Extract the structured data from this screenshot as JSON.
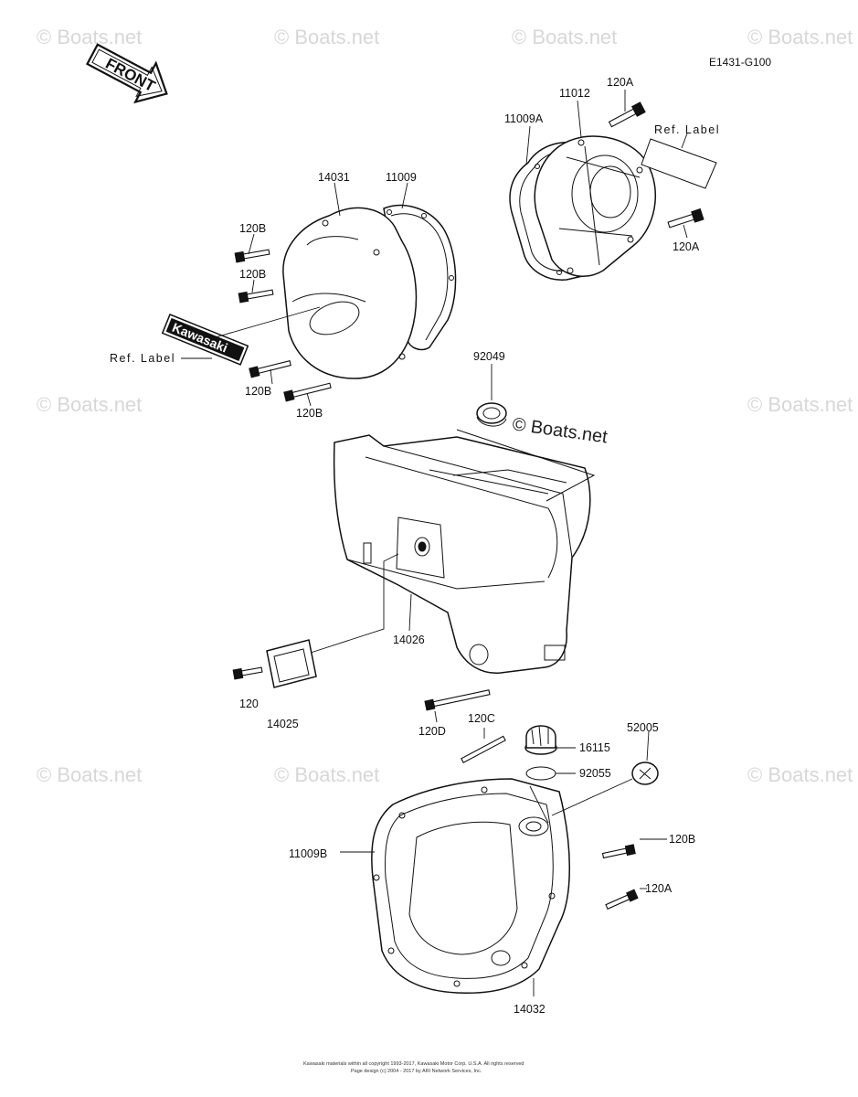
{
  "diagram_code": "E1431-G100",
  "front_arrow_label": "FRONT",
  "badge_text": "Kawasaki",
  "watermark_text": "© Boats.net",
  "inline_watermark": "© Boats.net",
  "labels": {
    "p14031": "14031",
    "p11009": "11009",
    "p120B_a": "120B",
    "p120B_b": "120B",
    "p120B_c": "120B",
    "p120B_d": "120B",
    "ref_label_left": "Ref. Label",
    "p11012": "11012",
    "p120A_top": "120A",
    "p11009A": "11009A",
    "ref_label_right": "Ref. Label",
    "p120A_mid": "120A",
    "p92049": "92049",
    "p14026": "14026",
    "p120": "120",
    "p14025": "14025",
    "p120D": "120D",
    "p120C": "120C",
    "p16115": "16115",
    "p52005": "52005",
    "p92055": "92055",
    "p11009B": "11009B",
    "p120B_lower": "120B",
    "p120A_lower": "120A",
    "p14032": "14032"
  },
  "footer": {
    "line1": "Kawasaki materials within all copyright 1993-2017, Kawasaki Motor Corp. U.S.A. All rights reserved",
    "line2": "Page design (c) 2004 - 2017 by ARI Network Services, Inc."
  }
}
